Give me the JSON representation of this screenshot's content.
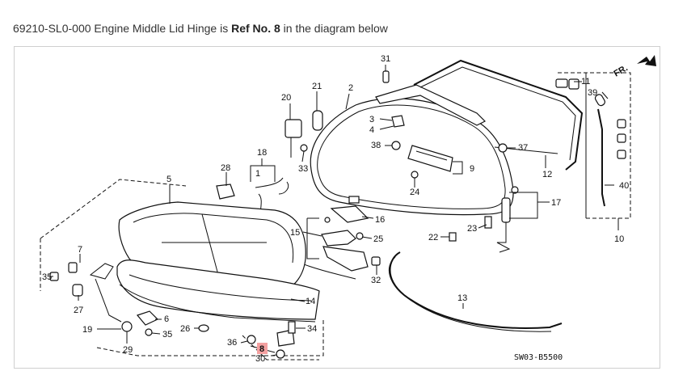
{
  "caption": {
    "part_number": "69210-SL0-000",
    "part_name": "Engine Middle Lid Hinge",
    "is_text": "is",
    "ref_text": "Ref No. 8",
    "suffix": "in the diagram below"
  },
  "diagram": {
    "highlight_ref": "8",
    "highlight_color": "#f4a0a0",
    "code": "SW03-B5500",
    "direction_label": "FR.",
    "labels": [
      "31",
      "21",
      "2",
      "20",
      "3",
      "4",
      "38",
      "37",
      "11",
      "39",
      "12",
      "18",
      "28",
      "5",
      "33",
      "24",
      "17",
      "40",
      "10",
      "16",
      "15",
      "25",
      "22",
      "23",
      "7",
      "35",
      "9",
      "6",
      "1",
      "13",
      "32",
      "14",
      "36",
      "34",
      "8",
      "30",
      "29",
      "19",
      "26",
      "27"
    ]
  }
}
